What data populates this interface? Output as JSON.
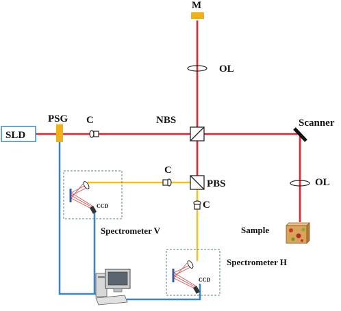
{
  "labels": {
    "mirror": "M",
    "objective_top": "OL",
    "objective_right": "OL",
    "source": "SLD",
    "psg": "PSG",
    "collimator_source": "C",
    "nbs": "NBS",
    "scanner": "Scanner",
    "collimator_v": "C",
    "pbs": "PBS",
    "collimator_h": "C",
    "sample": "Sample",
    "spectrometer_v": "Spectrometer V",
    "spectrometer_h": "Spectrometer H",
    "ccd_v": "CCD",
    "ccd_h": "CCD"
  },
  "colors": {
    "beam_red": "#e8232d",
    "beam_yellow": "#f2c21d",
    "fiber_blue": "#3a86c8",
    "mirror_gold": "#f0b21a",
    "spectrometer_border": "#5b7c8a",
    "scanner_mirror": "#111111"
  }
}
